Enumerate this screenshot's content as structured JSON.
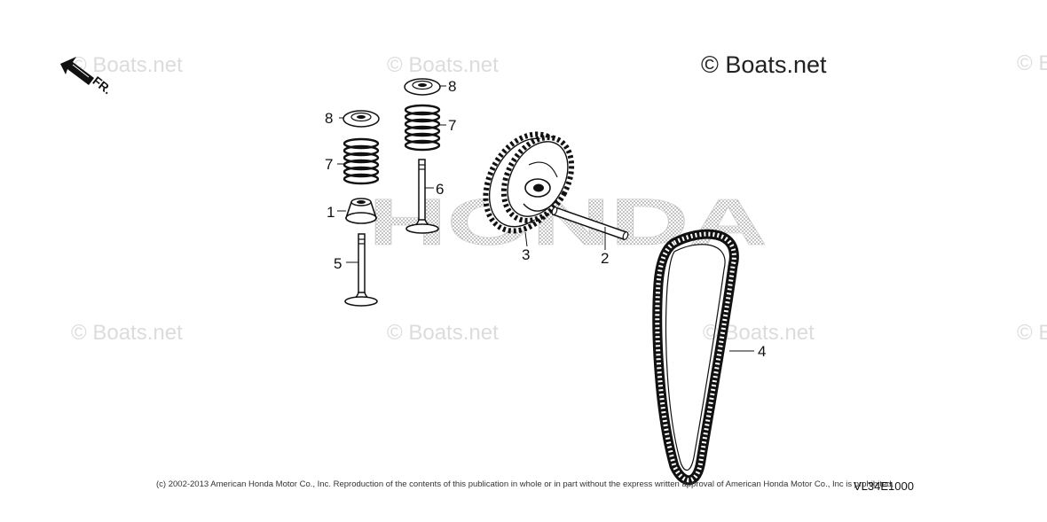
{
  "watermarks": {
    "text": "© Boats.net",
    "edge_text": "© B"
  },
  "brand_label": "© Boats.net",
  "background_logo": "HONDA",
  "direction_indicator": "FR.",
  "callouts": {
    "c8a": "8",
    "c8b": "8",
    "c7a": "7",
    "c7b": "7",
    "c6": "6",
    "c1": "1",
    "c5": "5",
    "c3": "3",
    "c2": "2",
    "c4": "4"
  },
  "footer": {
    "copyright": "(c) 2002-2013 American Honda Motor Co., Inc. Reproduction of the contents of this publication in whole or in part without the express written approval of American Honda Motor Co., Inc is prohibited.",
    "diagram_code": "VL34E1000"
  }
}
